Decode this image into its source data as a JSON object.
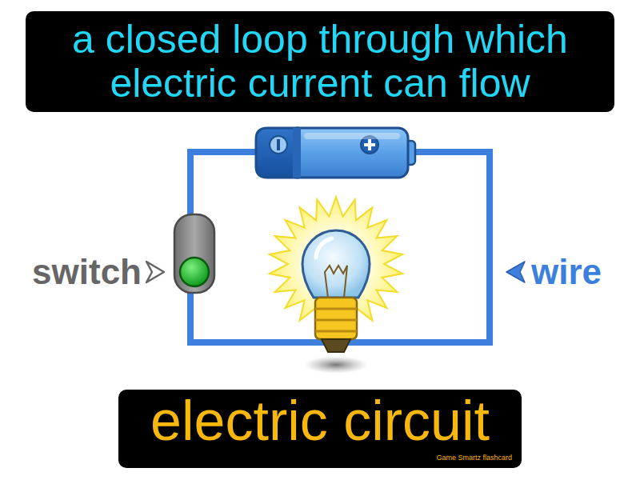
{
  "diagram": {
    "title": "a closed loop through which electric current can flow",
    "caption": "electric circuit",
    "labels": [
      "switch",
      "wire",
      "Game Smartz flashcard"
    ]
  }
}
